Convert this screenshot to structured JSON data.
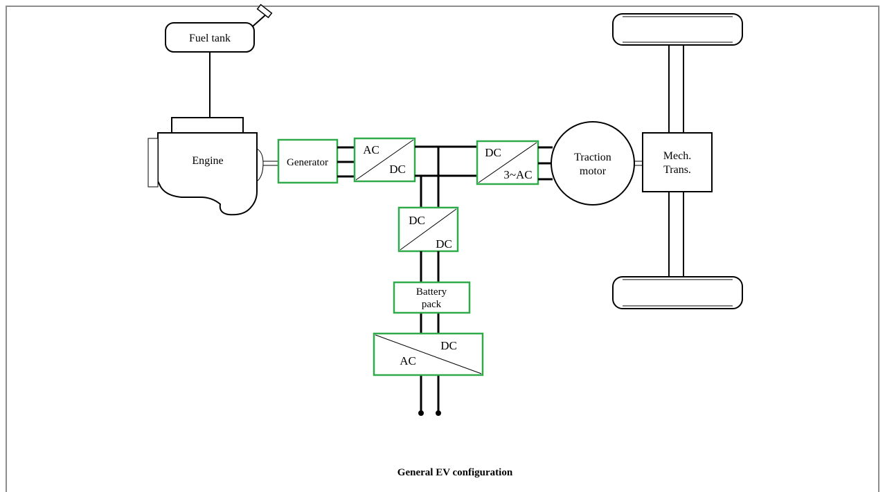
{
  "colors": {
    "converter_border": "#2eaa4a",
    "line": "#000000",
    "frame": "#8c8c8c"
  },
  "labels": {
    "fuel_tank": "Fuel tank",
    "engine": "Engine",
    "generator": "Generator",
    "acdc_ac": "AC",
    "acdc_dc": "DC",
    "inverter_dc": "DC",
    "inverter_ac": "3~AC",
    "traction_line1": "Traction",
    "traction_line2": "motor",
    "mech_line1": "Mech.",
    "mech_line2": "Trans.",
    "dcdc_top": "DC",
    "dcdc_bottom": "DC",
    "battery_line1": "Battery",
    "battery_line2": "pack",
    "charger_dc": "DC",
    "charger_ac": "AC"
  },
  "caption": "General EV configuration"
}
